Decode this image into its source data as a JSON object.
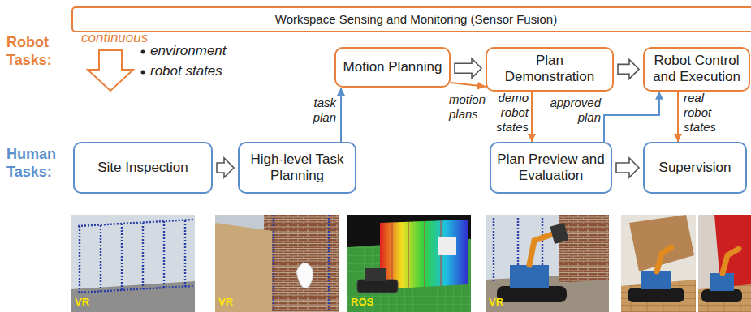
{
  "diagram": {
    "nodes": [
      {
        "text": [
          "Workspace Sensing and Monitoring (Sensor Fusion)"
        ]
      },
      {
        "text": [
          "Motion Planning"
        ]
      },
      {
        "text": [
          "Plan Demonstration"
        ]
      },
      {
        "text": [
          "Robot Control and Execution"
        ]
      },
      {
        "text": [
          "Site Inspection"
        ]
      },
      {
        "text": [
          "High-level Task Planning"
        ]
      },
      {
        "text": [
          "Plan Preview and Evaluation"
        ]
      },
      {
        "text": [
          "Supervision"
        ]
      }
    ],
    "edges": [
      {
        "from": 4,
        "to": 5,
        "arrow": "to"
      },
      {
        "from": 5,
        "to": 1,
        "label": "task plan",
        "arrow": "to"
      },
      {
        "from": 1,
        "to": 2,
        "arrow": "to"
      },
      {
        "from": 1,
        "to": 2,
        "label": "motion plans",
        "arrow": "to"
      },
      {
        "from": 2,
        "to": 3,
        "arrow": "to"
      },
      {
        "from": 2,
        "to": 6,
        "label": "demo robot states",
        "arrow": "to"
      },
      {
        "from": 6,
        "to": 3,
        "label": "approved plan",
        "arrow": "to"
      },
      {
        "from": 6,
        "to": 7,
        "arrow": "to"
      },
      {
        "from": 3,
        "to": 7,
        "label": "real robot states",
        "arrow": "to"
      }
    ],
    "labels": [
      "Robot Tasks:",
      "continuous",
      "environment",
      "robot states",
      "Human Tasks:",
      "VR",
      "VR",
      "ROS",
      "VR"
    ]
  }
}
